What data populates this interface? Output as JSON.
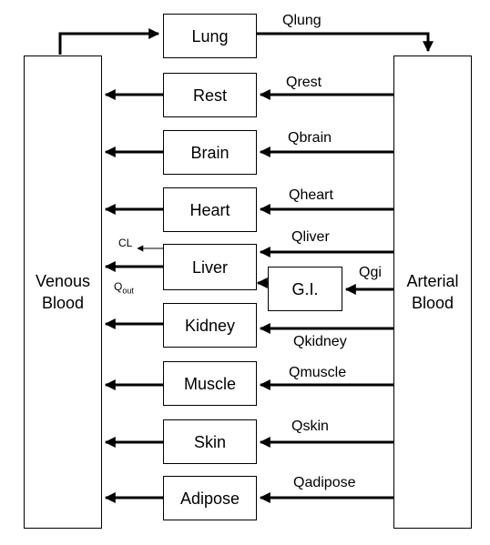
{
  "compartments": {
    "venous": "Venous\nBlood",
    "arterial": "Arterial\nBlood",
    "lung": "Lung",
    "rest": "Rest",
    "brain": "Brain",
    "heart": "Heart",
    "liver": "Liver",
    "gi": "G.I.",
    "kidney": "Kidney",
    "muscle": "Muscle",
    "skin": "Skin",
    "adipose": "Adipose"
  },
  "flows": {
    "lung": "Qlung",
    "rest": "Qrest",
    "brain": "Qbrain",
    "heart": "Qheart",
    "liver": "Qliver",
    "gi": "Qgi",
    "kidney": "Qkidney",
    "muscle": "Qmuscle",
    "skin": "Qskin",
    "adipose": "Qadipose"
  },
  "clearance": {
    "cl": "CL",
    "qout_main": "Q",
    "qout_sub": "out"
  },
  "colors": {
    "line": "#000000",
    "background": "#ffffff"
  }
}
